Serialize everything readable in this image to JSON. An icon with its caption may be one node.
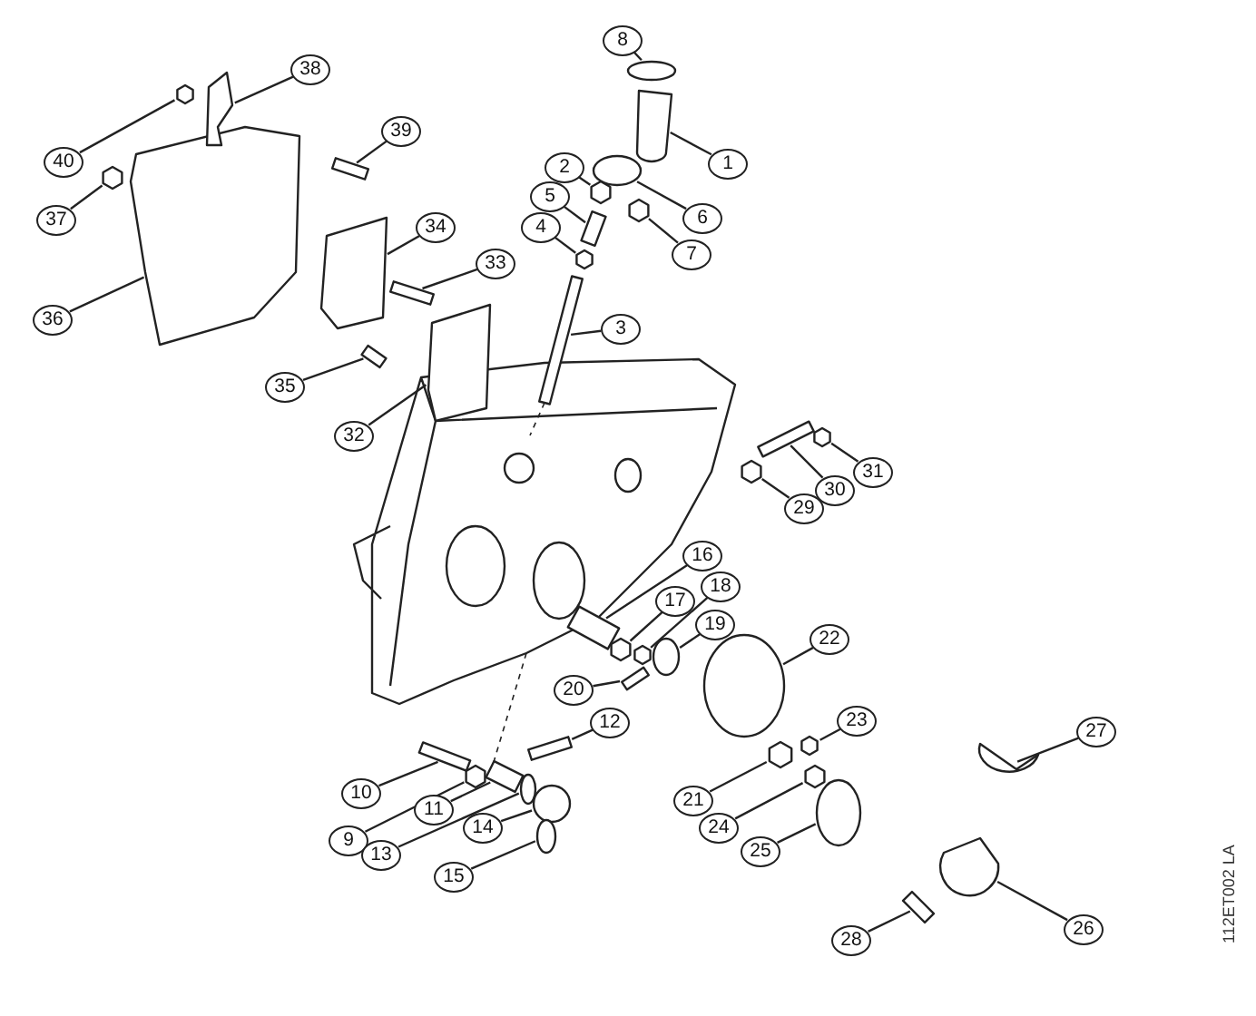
{
  "diagram": {
    "nodes": [
      {
        "text": [
          "1"
        ]
      },
      {
        "text": [
          "2"
        ]
      },
      {
        "text": [
          "3"
        ]
      },
      {
        "text": [
          "4"
        ]
      },
      {
        "text": [
          "5"
        ]
      },
      {
        "text": [
          "6"
        ]
      },
      {
        "text": [
          "7"
        ]
      },
      {
        "text": [
          "8"
        ]
      },
      {
        "text": [
          "9"
        ]
      },
      {
        "text": [
          "10"
        ]
      },
      {
        "text": [
          "11"
        ]
      },
      {
        "text": [
          "12"
        ]
      },
      {
        "text": [
          "13"
        ]
      },
      {
        "text": [
          "14"
        ]
      },
      {
        "text": [
          "15"
        ]
      },
      {
        "text": [
          "16"
        ]
      },
      {
        "text": [
          "17"
        ]
      },
      {
        "text": [
          "18"
        ]
      },
      {
        "text": [
          "19"
        ]
      },
      {
        "text": [
          "20"
        ]
      },
      {
        "text": [
          "21"
        ]
      },
      {
        "text": [
          "22"
        ]
      },
      {
        "text": [
          "23"
        ]
      },
      {
        "text": [
          "24"
        ]
      },
      {
        "text": [
          "25"
        ]
      },
      {
        "text": [
          "26"
        ]
      },
      {
        "text": [
          "27"
        ]
      },
      {
        "text": [
          "28"
        ]
      },
      {
        "text": [
          "29"
        ]
      },
      {
        "text": [
          "30"
        ]
      },
      {
        "text": [
          "31"
        ]
      },
      {
        "text": [
          "32"
        ]
      },
      {
        "text": [
          "33"
        ]
      },
      {
        "text": [
          "34"
        ]
      },
      {
        "text": [
          "35"
        ]
      },
      {
        "text": [
          "36"
        ]
      },
      {
        "text": [
          "37"
        ]
      },
      {
        "text": [
          "38"
        ]
      },
      {
        "text": [
          "39"
        ]
      },
      {
        "text": [
          "40"
        ]
      },
      {
        "text": [],
        "shape": "polygon"
      },
      {
        "text": [],
        "shape": "hexagon"
      },
      {
        "text": [],
        "shape": "bar"
      },
      {
        "text": [],
        "shape": "hexagon"
      },
      {
        "text": [],
        "shape": "bar"
      },
      {
        "text": [],
        "shape": "ellipse"
      },
      {
        "text": [],
        "shape": "hexagon"
      },
      {
        "text": [],
        "shape": "ellipse"
      },
      {
        "text": [],
        "shape": "hexagon"
      },
      {
        "text": [],
        "shape": "bar"
      },
      {
        "text": [],
        "shape": "bar"
      },
      {
        "text": [],
        "shape": "bar"
      },
      {
        "text": [],
        "shape": "ellipse"
      },
      {
        "text": [],
        "shape": "circle"
      },
      {
        "text": [],
        "shape": "ellipse"
      },
      {
        "text": [],
        "shape": "bar"
      },
      {
        "text": [],
        "shape": "hexagon"
      },
      {
        "text": [],
        "shape": "hexagon"
      },
      {
        "text": [],
        "shape": "ellipse"
      },
      {
        "text": [],
        "shape": "bar"
      },
      {
        "text": [],
        "shape": "hexagon"
      },
      {
        "text": [],
        "shape": "ellipse"
      },
      {
        "text": [],
        "shape": "hexagon"
      },
      {
        "text": [],
        "shape": "hexagon"
      },
      {
        "text": [],
        "shape": "ellipse"
      },
      {
        "text": [],
        "shape": "polygon"
      },
      {
        "text": [],
        "shape": "polygon"
      },
      {
        "text": [],
        "shape": "bar"
      },
      {
        "text": [],
        "shape": "hexagon"
      },
      {
        "text": [],
        "shape": "bar"
      },
      {
        "text": [],
        "shape": "hexagon"
      },
      {
        "text": [],
        "shape": "polygon"
      },
      {
        "text": [],
        "shape": "bar"
      },
      {
        "text": [],
        "shape": "polygon"
      },
      {
        "text": [],
        "shape": "bar"
      },
      {
        "text": [],
        "shape": "polygon"
      },
      {
        "text": [],
        "shape": "hexagon"
      },
      {
        "text": [],
        "shape": "polygon"
      },
      {
        "text": [],
        "shape": "bar"
      },
      {
        "text": [],
        "shape": "hexagon"
      }
    ],
    "edges": [
      {
        "from": 0,
        "to": 40,
        "arrow": "none"
      },
      {
        "from": 1,
        "to": 41,
        "arrow": "none"
      },
      {
        "from": 2,
        "to": 42,
        "arrow": "none"
      },
      {
        "from": 3,
        "to": 43,
        "arrow": "none"
      },
      {
        "from": 4,
        "to": 44,
        "arrow": "none"
      },
      {
        "from": 5,
        "to": 45,
        "arrow": "none"
      },
      {
        "from": 6,
        "to": 46,
        "arrow": "none"
      },
      {
        "from": 7,
        "to": 47,
        "arrow": "none"
      },
      {
        "from": 8,
        "to": 48,
        "arrow": "none"
      },
      {
        "from": 9,
        "to": 49,
        "arrow": "none"
      },
      {
        "from": 10,
        "to": 50,
        "arrow": "none"
      },
      {
        "from": 11,
        "to": 51,
        "arrow": "none"
      },
      {
        "from": 12,
        "to": 52,
        "arrow": "none"
      },
      {
        "from": 13,
        "to": 53,
        "arrow": "none"
      },
      {
        "from": 14,
        "to": 54,
        "arrow": "none"
      },
      {
        "from": 15,
        "to": 55,
        "arrow": "none"
      },
      {
        "from": 16,
        "to": 56,
        "arrow": "none"
      },
      {
        "from": 17,
        "to": 57,
        "arrow": "none"
      },
      {
        "from": 18,
        "to": 58,
        "arrow": "none"
      },
      {
        "from": 19,
        "to": 59,
        "arrow": "none"
      },
      {
        "from": 20,
        "to": 60,
        "arrow": "none"
      },
      {
        "from": 21,
        "to": 61,
        "arrow": "none"
      },
      {
        "from": 22,
        "to": 62,
        "arrow": "none"
      },
      {
        "from": 23,
        "to": 63,
        "arrow": "none"
      },
      {
        "from": 24,
        "to": 64,
        "arrow": "none"
      },
      {
        "from": 25,
        "to": 65,
        "arrow": "none"
      },
      {
        "from": 26,
        "to": 66,
        "arrow": "none"
      },
      {
        "from": 27,
        "to": 67,
        "arrow": "none"
      },
      {
        "from": 28,
        "to": 68,
        "arrow": "none"
      },
      {
        "from": 29,
        "to": 69,
        "arrow": "none"
      },
      {
        "from": 30,
        "to": 70,
        "arrow": "none"
      },
      {
        "from": 31,
        "to": 71,
        "arrow": "none"
      },
      {
        "from": 32,
        "to": 72,
        "arrow": "none"
      },
      {
        "from": 33,
        "to": 73,
        "arrow": "none"
      },
      {
        "from": 34,
        "to": 74,
        "arrow": "none"
      },
      {
        "from": 35,
        "to": 75,
        "arrow": "none"
      },
      {
        "from": 36,
        "to": 76,
        "arrow": "none"
      },
      {
        "from": 37,
        "to": 77,
        "arrow": "none"
      },
      {
        "from": 38,
        "to": 78,
        "arrow": "none"
      },
      {
        "from": 39,
        "to": 79,
        "arrow": "none"
      }
    ],
    "labels": [
      "112ET002 LA"
    ]
  }
}
